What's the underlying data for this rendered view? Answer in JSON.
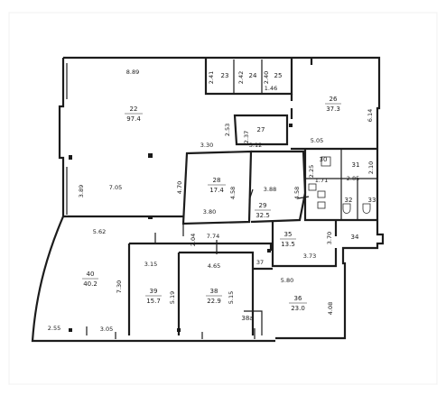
{
  "rooms": [
    {
      "id": "r22",
      "num": "22",
      "area": "97.4"
    },
    {
      "id": "r23",
      "num": "23",
      "area": ""
    },
    {
      "id": "r24",
      "num": "24",
      "area": ""
    },
    {
      "id": "r25",
      "num": "25",
      "area": ""
    },
    {
      "id": "r26",
      "num": "26",
      "area": "37.3"
    },
    {
      "id": "r27",
      "num": "27",
      "area": ""
    },
    {
      "id": "r28",
      "num": "28",
      "area": "17.4"
    },
    {
      "id": "r29",
      "num": "29",
      "area": "32.5"
    },
    {
      "id": "r30",
      "num": "30",
      "area": ""
    },
    {
      "id": "r31",
      "num": "31",
      "area": ""
    },
    {
      "id": "r32",
      "num": "32",
      "area": ""
    },
    {
      "id": "r33",
      "num": "33",
      "area": ""
    },
    {
      "id": "r34",
      "num": "34",
      "area": ""
    },
    {
      "id": "r35",
      "num": "35",
      "area": "13.5"
    },
    {
      "id": "r36",
      "num": "36",
      "area": "23.0"
    },
    {
      "id": "r38",
      "num": "38",
      "area": "22.9"
    },
    {
      "id": "r38a",
      "num": "38a",
      "area": ""
    },
    {
      "id": "r39",
      "num": "39",
      "area": "15.7"
    },
    {
      "id": "r40",
      "num": "40",
      "area": "40.2"
    }
  ],
  "dimensions": [
    {
      "id": "d-8.89",
      "text": "8.89"
    },
    {
      "id": "d-7.05",
      "text": "7.05"
    },
    {
      "id": "d-3.89",
      "text": "3.89"
    },
    {
      "id": "d-3.30",
      "text": "3.30"
    },
    {
      "id": "d-2.53",
      "text": "2.53"
    },
    {
      "id": "d-2.41",
      "text": "2.41"
    },
    {
      "id": "d-2.42",
      "text": "2.42"
    },
    {
      "id": "d-2.40",
      "text": "2.40"
    },
    {
      "id": "d-1.46",
      "text": "1.46"
    },
    {
      "id": "d-6.14",
      "text": "6.14"
    },
    {
      "id": "d-5.05",
      "text": "5.05"
    },
    {
      "id": "d-2.37",
      "text": "2.37"
    },
    {
      "id": "d-3.12",
      "text": "3.12"
    },
    {
      "id": "d-4.70",
      "text": "4.70"
    },
    {
      "id": "d-3.80",
      "text": "3.80"
    },
    {
      "id": "d-4.58a",
      "text": "4.58"
    },
    {
      "id": "d-3.88",
      "text": "3.88"
    },
    {
      "id": "d-4.58b",
      "text": "4.58"
    },
    {
      "id": "d-2.25",
      "text": "2.25"
    },
    {
      "id": "d-1.71",
      "text": "1.71"
    },
    {
      "id": "d-2.10",
      "text": "2.10"
    },
    {
      "id": "d-2.85",
      "text": "2.85"
    },
    {
      "id": "d-5.62",
      "text": "5.62"
    },
    {
      "id": "d-2.04",
      "text": "2.04"
    },
    {
      "id": "d-7.74",
      "text": "7.74"
    },
    {
      "id": "d-3.70",
      "text": "3.70"
    },
    {
      "id": "d-3.73",
      "text": "3.73"
    },
    {
      "id": "d-3.15",
      "text": "3.15"
    },
    {
      "id": "d-4.65",
      "text": "4.65"
    },
    {
      "id": "d-37",
      "text": "37"
    },
    {
      "id": "d-5.80",
      "text": "5.80"
    },
    {
      "id": "d-7.30",
      "text": "7.30"
    },
    {
      "id": "d-5.19",
      "text": "5.19"
    },
    {
      "id": "d-5.15",
      "text": "5.15"
    },
    {
      "id": "d-4.08",
      "text": "4.08"
    },
    {
      "id": "d-2.55",
      "text": "2.55"
    },
    {
      "id": "d-3.05",
      "text": "3.05"
    }
  ]
}
